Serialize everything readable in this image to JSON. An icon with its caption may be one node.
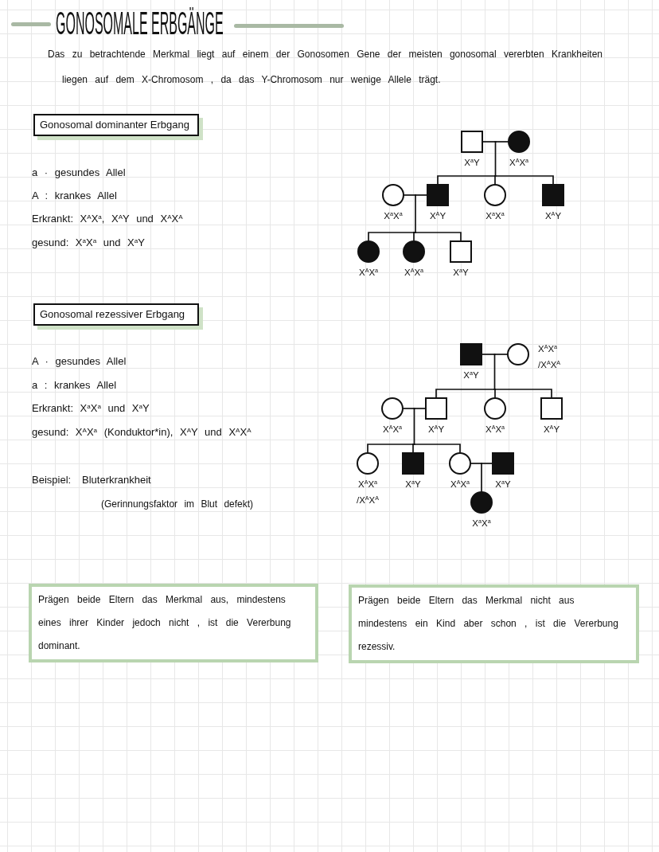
{
  "diagram": {
    "title": "GONOSOMALE ERBGÄNGE",
    "nodes": [
      {
        "text": [
          "Gonosomal dominanter Erbgang"
        ]
      },
      {
        "text": [],
        "shape": "square",
        "beside": [
          "X$^{a}$Y"
        ]
      },
      {
        "text": [],
        "shape": "circle",
        "beside": [
          "X$^{A}$X$^{a}$"
        ]
      },
      {
        "text": [],
        "shape": "circle",
        "beside": [
          "X$^{a}$X$^{a}$"
        ]
      },
      {
        "text": [],
        "shape": "square",
        "beside": [
          "X$^{A}$Y"
        ]
      },
      {
        "text": [],
        "shape": "circle",
        "beside": [
          "X$^{a}$X$^{a}$"
        ]
      },
      {
        "text": [],
        "shape": "square",
        "beside": [
          "X$^{A}$Y"
        ]
      },
      {
        "text": [],
        "shape": "circle",
        "beside": [
          "X$^{A}$X$^{a}$"
        ]
      },
      {
        "text": [],
        "shape": "circle",
        "beside": [
          "X$^{A}$X$^{a}$"
        ]
      },
      {
        "text": [],
        "shape": "square",
        "beside": [
          "X$^{a}$Y"
        ]
      },
      {
        "text": [
          "Gonosomal rezessiver Erbgang"
        ]
      },
      {
        "text": [],
        "shape": "square",
        "beside": [
          "X$^{a}$Y"
        ]
      },
      {
        "text": [],
        "shape": "circle",
        "beside": [
          "X$^{A}$X$^{a}$ /X$^{A}$X$^{A}$"
        ]
      },
      {
        "text": [],
        "shape": "circle",
        "beside": [
          "X$^{A}$X$^{a}$"
        ]
      },
      {
        "text": [],
        "shape": "square",
        "beside": [
          "X$^{A}$Y"
        ]
      },
      {
        "text": [],
        "shape": "circle",
        "beside": [
          "X$^{A}$X$^{a}$"
        ]
      },
      {
        "text": [],
        "shape": "square",
        "beside": [
          "X$^{A}$Y"
        ]
      },
      {
        "text": [],
        "shape": "circle",
        "beside": [
          "X$^{A}$X$^{a}$ /X$^{A}$X$^{A}$"
        ]
      },
      {
        "text": [],
        "shape": "square",
        "beside": [
          "X$^{a}$Y"
        ]
      },
      {
        "text": [],
        "shape": "circle",
        "beside": [
          "X$^{A}$X$^{a}$"
        ]
      },
      {
        "text": [],
        "shape": "square",
        "beside": [
          "X$^{a}$Y"
        ]
      },
      {
        "text": [],
        "shape": "circle",
        "beside": [
          "X$^{a}$X$^{a}$"
        ]
      },
      {
        "text": [
          "Prägen beide Eltern das Merkmal aus, mindestens eines ihrer Kinder jedoch nicht , ist die Vererbung dominant."
        ]
      },
      {
        "text": [
          "Prägen beide Eltern das Merkmal nicht aus mindestens ein Kind aber schon , ist die Vererbung rezessiv."
        ]
      }
    ],
    "edges": [
      {
        "from": 1,
        "to": 2,
        "arrow": "none"
      },
      {
        "from": 1,
        "to": 4,
        "arrow": "none"
      },
      {
        "from": 2,
        "to": 4,
        "arrow": "none"
      },
      {
        "from": 1,
        "to": 5,
        "arrow": "none"
      },
      {
        "from": 2,
        "to": 5,
        "arrow": "none"
      },
      {
        "from": 1,
        "to": 6,
        "arrow": "none"
      },
      {
        "from": 2,
        "to": 6,
        "arrow": "none"
      },
      {
        "from": 3,
        "to": 4,
        "arrow": "none"
      },
      {
        "from": 3,
        "to": 7,
        "arrow": "none"
      },
      {
        "from": 4,
        "to": 7,
        "arrow": "none"
      },
      {
        "from": 3,
        "to": 8,
        "arrow": "none"
      },
      {
        "from": 4,
        "to": 8,
        "arrow": "none"
      },
      {
        "from": 3,
        "to": 9,
        "arrow": "none"
      },
      {
        "from": 4,
        "to": 9,
        "arrow": "none"
      },
      {
        "from": 11,
        "to": 12,
        "arrow": "none"
      },
      {
        "from": 11,
        "to": 14,
        "arrow": "none"
      },
      {
        "from": 12,
        "to": 14,
        "arrow": "none"
      },
      {
        "from": 11,
        "to": 15,
        "arrow": "none"
      },
      {
        "from": 12,
        "to": 15,
        "arrow": "none"
      },
      {
        "from": 11,
        "to": 16,
        "arrow": "none"
      },
      {
        "from": 12,
        "to": 16,
        "arrow": "none"
      },
      {
        "from": 13,
        "to": 14,
        "arrow": "none"
      },
      {
        "from": 13,
        "to": 17,
        "arrow": "none"
      },
      {
        "from": 14,
        "to": 17,
        "arrow": "none"
      },
      {
        "from": 13,
        "to": 18,
        "arrow": "none"
      },
      {
        "from": 14,
        "to": 18,
        "arrow": "none"
      },
      {
        "from": 13,
        "to": 19,
        "arrow": "none"
      },
      {
        "from": 14,
        "to": 19,
        "arrow": "none"
      },
      {
        "from": 19,
        "to": 20,
        "arrow": "none"
      },
      {
        "from": 19,
        "to": 21,
        "arrow": "none"
      },
      {
        "from": 20,
        "to": 21,
        "arrow": "none"
      }
    ],
    "labels": [
      "Das zu betrachtende Merkmal liegt auf einem der Gonosomen Gene der meisten gonosomal vererbten Krankheiten liegen auf dem X-Chromosom , da das Y-Chromosom nur wenige Allele trägt.",
      "a · gesundes Allel",
      "A : krankes Allel",
      "Erkrankt: X$^{A}$X$^{a}$, X$^{A}$Y und X$^{A}$X$^{A}$",
      "gesund: X$^{a}$X$^{a}$ und X$^{a}$Y",
      "A · gesundes Allel",
      "a : krankes Allel",
      "Erkrankt: X$^{a}$X$^{a}$ und X$^{a}$Y",
      "gesund: X$^{A}$X$^{a}$ (Konduktor*in), X$^{A}$Y und X$^{A}$X$^{A}$",
      "Beispiel:",
      "Bluterkrankheit",
      "(Gerinnungsfaktor im Blut defekt)"
    ]
  }
}
